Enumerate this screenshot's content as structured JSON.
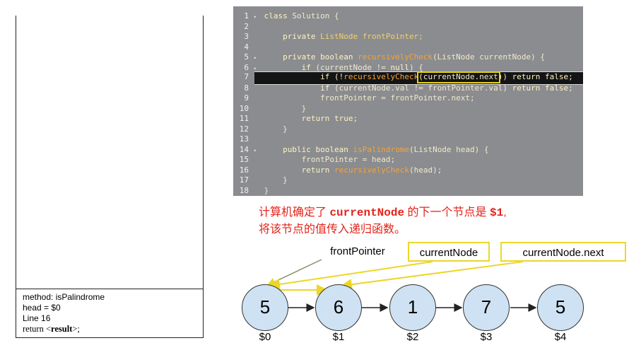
{
  "frame": {
    "method": "method: isPalindrome",
    "head": "head = $0",
    "line": "Line 16",
    "return_prefix": "return <",
    "return_var": "result",
    "return_suffix": ">;"
  },
  "code": {
    "lines": [
      {
        "n": "1",
        "fold": "▾",
        "html": "<span class='kw'>class</span> <span class='pl'>Solution {</span>"
      },
      {
        "n": "2",
        "fold": "",
        "html": ""
      },
      {
        "n": "3",
        "fold": "",
        "html": "    <span class='kw'>private</span> <span class='ty'>ListNode frontPointer;</span>"
      },
      {
        "n": "4",
        "fold": "",
        "html": ""
      },
      {
        "n": "5",
        "fold": "▾",
        "html": "    <span class='kw'>private boolean</span> <span class='fn'>recursivelyCheck</span><span class='pl'>(ListNode currentNode) {</span>"
      },
      {
        "n": "6",
        "fold": "▾",
        "html": "        <span class='kw'>if</span> <span class='pl'>(currentNode != </span><span class='kw'>null</span><span class='pl'>) {</span>"
      },
      {
        "n": "7",
        "fold": "",
        "html": "            <span class='kw'>if</span> <span class='pl'>(!</span><span class='fn'>recursivelyCheck</span><span class='pl'>(currentNode.next)) </span><span class='kw'>return false</span><span class='pl'>;</span>"
      },
      {
        "n": "8",
        "fold": "",
        "html": "            <span class='kw'>if</span> <span class='pl'>(currentNode.val != frontPointer.val) </span><span class='kw'>return false</span><span class='pl'>;</span>"
      },
      {
        "n": "9",
        "fold": "",
        "html": "            <span class='pl'>frontPointer = frontPointer.next;</span>"
      },
      {
        "n": "10",
        "fold": "",
        "html": "        <span class='pl'>}</span>"
      },
      {
        "n": "11",
        "fold": "",
        "html": "        <span class='kw'>return true</span><span class='pl'>;</span>"
      },
      {
        "n": "12",
        "fold": "",
        "html": "    <span class='pl'>}</span>"
      },
      {
        "n": "13",
        "fold": "",
        "html": ""
      },
      {
        "n": "14",
        "fold": "▾",
        "html": "    <span class='kw'>public boolean</span> <span class='fn'>isPalindrome</span><span class='pl'>(ListNode head) {</span>"
      },
      {
        "n": "15",
        "fold": "",
        "html": "        <span class='pl'>frontPointer = head;</span>"
      },
      {
        "n": "16",
        "fold": "",
        "html": "        <span class='kw'>return</span> <span class='fn'>recursivelyCheck</span><span class='pl'>(head);</span>"
      },
      {
        "n": "17",
        "fold": "",
        "html": "    <span class='pl'>}</span>"
      },
      {
        "n": "18",
        "fold": "",
        "html": "<span class='pl'>}</span>"
      }
    ],
    "highlight_line": 7
  },
  "caption": {
    "part1": "计算机确定了 ",
    "var1": "currentNode",
    "part2": " 的下一个节点是 ",
    "var2": "$1",
    "part3": ",",
    "line2": "将该节点的值传入递归函数。"
  },
  "pointers": {
    "front": "frontPointer",
    "current": "currentNode",
    "next": "currentNode.next"
  },
  "list": {
    "nodes": [
      {
        "value": "5",
        "addr": "$0"
      },
      {
        "value": "6",
        "addr": "$1"
      },
      {
        "value": "1",
        "addr": "$2"
      },
      {
        "value": "7",
        "addr": "$3"
      },
      {
        "value": "5",
        "addr": "$4"
      }
    ]
  },
  "colors": {
    "caption_red": "#e3241a",
    "highlight_yellow": "#ecd728",
    "node_fill": "#cfe2f3",
    "editor_bg": "#8a8c90"
  }
}
